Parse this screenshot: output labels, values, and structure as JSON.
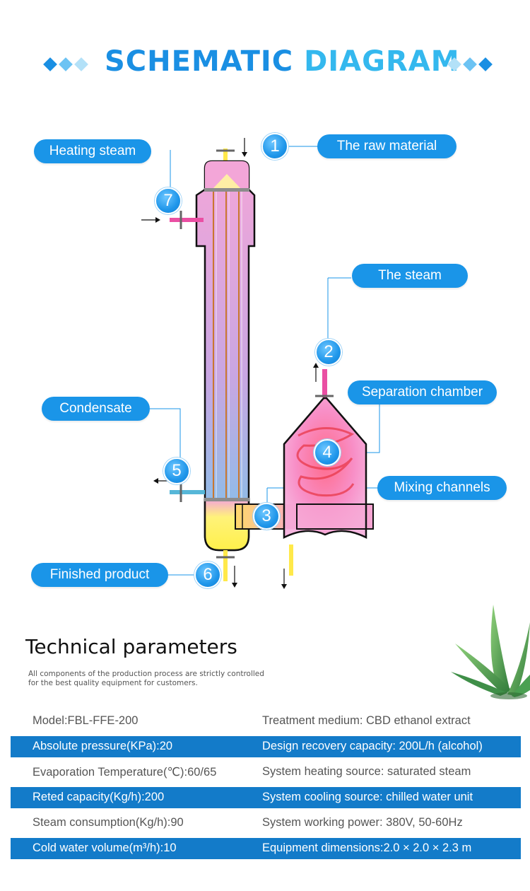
{
  "header": {
    "title_part1": "SCHEMATIC",
    "title_part2": "DIAGRAM"
  },
  "colors": {
    "accent_blue": "#1a95e8",
    "band_blue": "#137bc9",
    "diamond_dark": "#1a8fe3",
    "diamond_light": "#9ad6f6"
  },
  "diagram": {
    "labels": {
      "raw_material": "The raw material",
      "steam": "The steam",
      "heating_steam": "Heating steam",
      "separation_chamber": "Separation chamber",
      "condensate": "Condensate",
      "mixing_channels": "Mixing channels",
      "finished_product": "Finished product"
    },
    "numbers": {
      "n1": "1",
      "n2": "2",
      "n3": "3",
      "n4": "4",
      "n5": "5",
      "n6": "6",
      "n7": "7"
    }
  },
  "technical": {
    "title": "Technical parameters",
    "subtitle_line1": "All components of the production process are strictly controlled",
    "subtitle_line2": "for the best quality equipment for customers."
  },
  "parameters": [
    [
      "Model:FBL-FFE-200",
      "Treatment medium: CBD ethanol extract"
    ],
    [
      "Absolute pressure(KPa):20",
      "Design recovery capacity: 200L/h (alcohol)"
    ],
    [
      "Evaporation Temperature(℃):60/65",
      "System heating source: saturated steam"
    ],
    [
      "Reted capacity(Kg/h):200",
      "System cooling source: chilled water unit"
    ],
    [
      "Steam consumption(Kg/h):90",
      "System working power: 380V, 50-60Hz"
    ],
    [
      "Cold water volume(m³/h):10",
      "Equipment dimensions:2.0 × 2.0 × 2.3 m"
    ]
  ]
}
